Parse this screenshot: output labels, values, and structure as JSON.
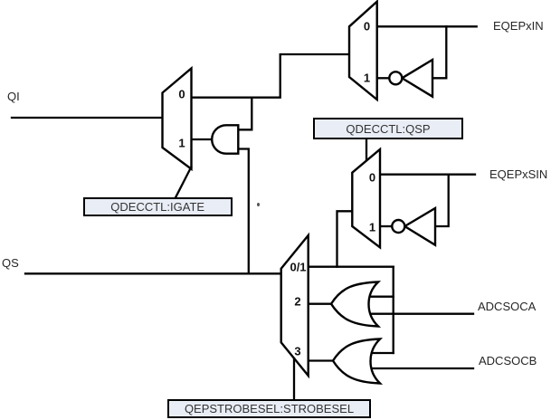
{
  "signals": {
    "qi": "QI",
    "qs": "QS",
    "eqep_index_pin": "EQEPxIN",
    "eqep_strobe_pin": "EQEPxSIN",
    "adc_soc_a": "ADCSOCA",
    "adc_soc_b": "ADCSOCB"
  },
  "registers": {
    "strobe_polarity": "QDECCTL:QSP",
    "index_gate": "QDECCTL:IGATE",
    "strobe_select": "QEPSTROBESEL:STROBESEL"
  },
  "muxes": {
    "index_polarity": {
      "p0": "0",
      "p1": "1"
    },
    "index_gate": {
      "p0": "0",
      "p1": "1"
    },
    "strobe_polarity": {
      "p0": "0",
      "p1": "1"
    },
    "strobe_select": {
      "p01": "0/1",
      "p2": "2",
      "p3": "3"
    }
  },
  "colors": {
    "box_fill": "#e9edf6",
    "box_border": "#000000",
    "wire": "#000000",
    "text": "#262626"
  }
}
